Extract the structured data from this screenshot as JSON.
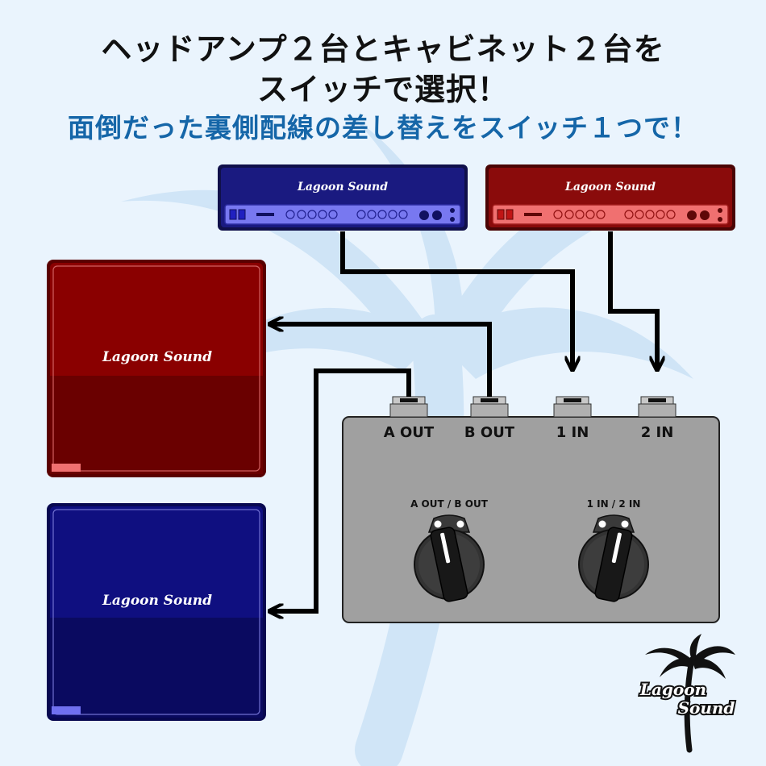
{
  "title": {
    "line1": "ヘッドアンプ２台とキャビネット２台を",
    "line2": "スイッチで選択！",
    "line3": "面倒だった裏側配線の差し替えをスイッチ１つで！"
  },
  "brand": {
    "name": "Lagoon Sound",
    "logo_line1": "Lagoon",
    "logo_line2": "Sound"
  },
  "switcher": {
    "jacks": [
      "A OUT",
      "B OUT",
      "1 IN",
      "2 IN"
    ],
    "knob_a_label": "A OUT / B OUT",
    "knob_b_label": "1 IN / 2 IN"
  },
  "colors": {
    "blue_amp": "#1a1a80",
    "blue_amp_panel": "#7878f0",
    "red_amp": "#8a0b0b",
    "red_amp_panel": "#f07070",
    "red_cab": "#8a0000",
    "blue_cab": "#0f0f80",
    "switcher_body": "#a0a0a0",
    "cable": "#000000",
    "subtitle": "#1566a8"
  }
}
